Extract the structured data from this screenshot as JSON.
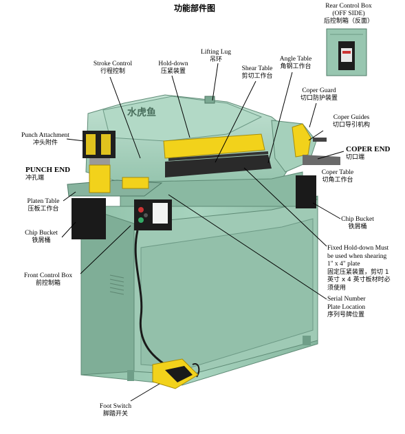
{
  "title": "功能部件图",
  "labels": {
    "rear_control_box": {
      "en1": "Rear Control Box",
      "en2": "(OFF SIDE)",
      "cn": "后控制箱（反面）"
    },
    "lifting_lug": {
      "en": "Lifting Lug",
      "cn": "吊环"
    },
    "stroke_control": {
      "en": "Stroke Control",
      "cn": "行程控制"
    },
    "hold_down": {
      "en": "Hold-down",
      "cn": "压紧装置"
    },
    "shear_table": {
      "en": "Shear Table",
      "cn": "剪切工作台"
    },
    "angle_table": {
      "en": "Angle Table",
      "cn": "角钢工作台"
    },
    "coper_guard": {
      "en": "Coper Guard",
      "cn": "切口防护装置"
    },
    "coper_guides": {
      "en": "Coper Guides",
      "cn": "切口导引机构"
    },
    "coper_end": {
      "en": "COPER END",
      "cn": "切口端"
    },
    "coper_table": {
      "en": "Coper Table",
      "cn": "切角工作台"
    },
    "punch_attachment": {
      "en": "Punch Attachment",
      "cn": "冲头附件"
    },
    "punch_end": {
      "en": "PUNCH END",
      "cn": "冲孔端"
    },
    "platen_table": {
      "en": "Platen Table",
      "cn": "压板工作台"
    },
    "chip_bucket_left": {
      "en": "Chip Bucket",
      "cn": "铁屑桶"
    },
    "chip_bucket_right": {
      "en": "Chip Bucket",
      "cn": "铁屑桶"
    },
    "front_control_box": {
      "en": "Front Control Box",
      "cn": "前控制箱"
    },
    "fixed_hold_down": {
      "en1": "Fixed   Hold-down   Must",
      "en2": "be used when shearing",
      "en3": "1\" x 4\" plate",
      "cn1": "固定压紧装置，剪切 1",
      "cn2": "英寸 x 4 英寸板材时必",
      "cn3": "须使用"
    },
    "serial_plate": {
      "en1": "Serial        Number",
      "en2": "Plate Location",
      "cn": "序列号牌位置"
    },
    "foot_switch": {
      "en": "Foot Switch",
      "cn": "脚踏开关"
    }
  },
  "machine_brand": "水虎鱼",
  "colors": {
    "body": "#9fcdb6",
    "body_dark": "#6f9e88",
    "body_light": "#c2e2d2",
    "yellow": "#f2d21b",
    "black": "#1a1a1a"
  }
}
